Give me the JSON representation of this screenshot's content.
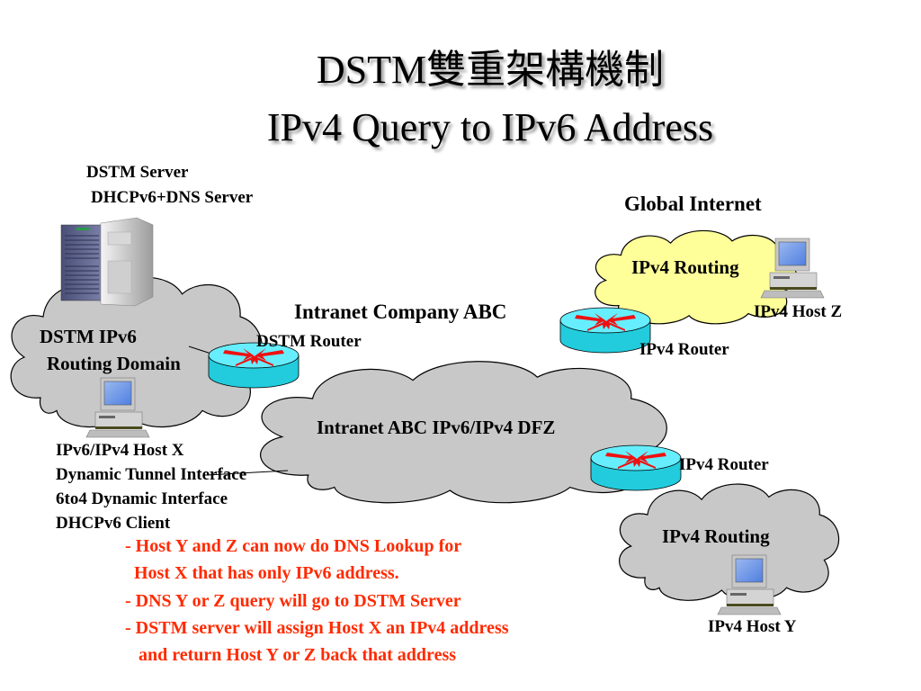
{
  "title": {
    "line1": "DSTM雙重架構機制",
    "line2": "IPv4 Query to IPv6 Address"
  },
  "server": {
    "label1": "DSTM Server",
    "label2": "DHCPv6+DNS Server"
  },
  "clouds": {
    "dstm_domain": {
      "line1": "DSTM IPv6",
      "line2": "Routing Domain",
      "color": "#c8c8c8"
    },
    "intranet": {
      "label": "Intranet ABC IPv6/IPv4 DFZ",
      "heading": "Intranet Company ABC",
      "color": "#c8c8c8"
    },
    "global": {
      "label": "IPv4 Routing",
      "heading": "Global Internet",
      "color": "#ffff99"
    },
    "ipv4_lower": {
      "label": "IPv4 Routing",
      "color": "#c8c8c8"
    }
  },
  "routers": {
    "dstm": "DSTM Router",
    "ipv4_upper": "IPv4 Router",
    "ipv4_lower": "IPv4 Router",
    "body_color": "#33ddee",
    "arrow_color": "#ee1111"
  },
  "hosts": {
    "x": [
      "IPv6/IPv4 Host X",
      "Dynamic Tunnel Interface",
      "6to4 Dynamic Interface",
      "DHCPv6 Client"
    ],
    "y": "IPv4 Host Y",
    "z": "IPv4 Host Z"
  },
  "notes": [
    "- Host Y and Z can now do DNS Lookup for",
    "  Host X that has only IPv6 address.",
    "- DNS Y or Z query will go to DSTM Server",
    "- DSTM server will assign Host X an IPv4 address",
    "   and return Host Y or Z back that address"
  ],
  "note_color": "#ff2a00"
}
